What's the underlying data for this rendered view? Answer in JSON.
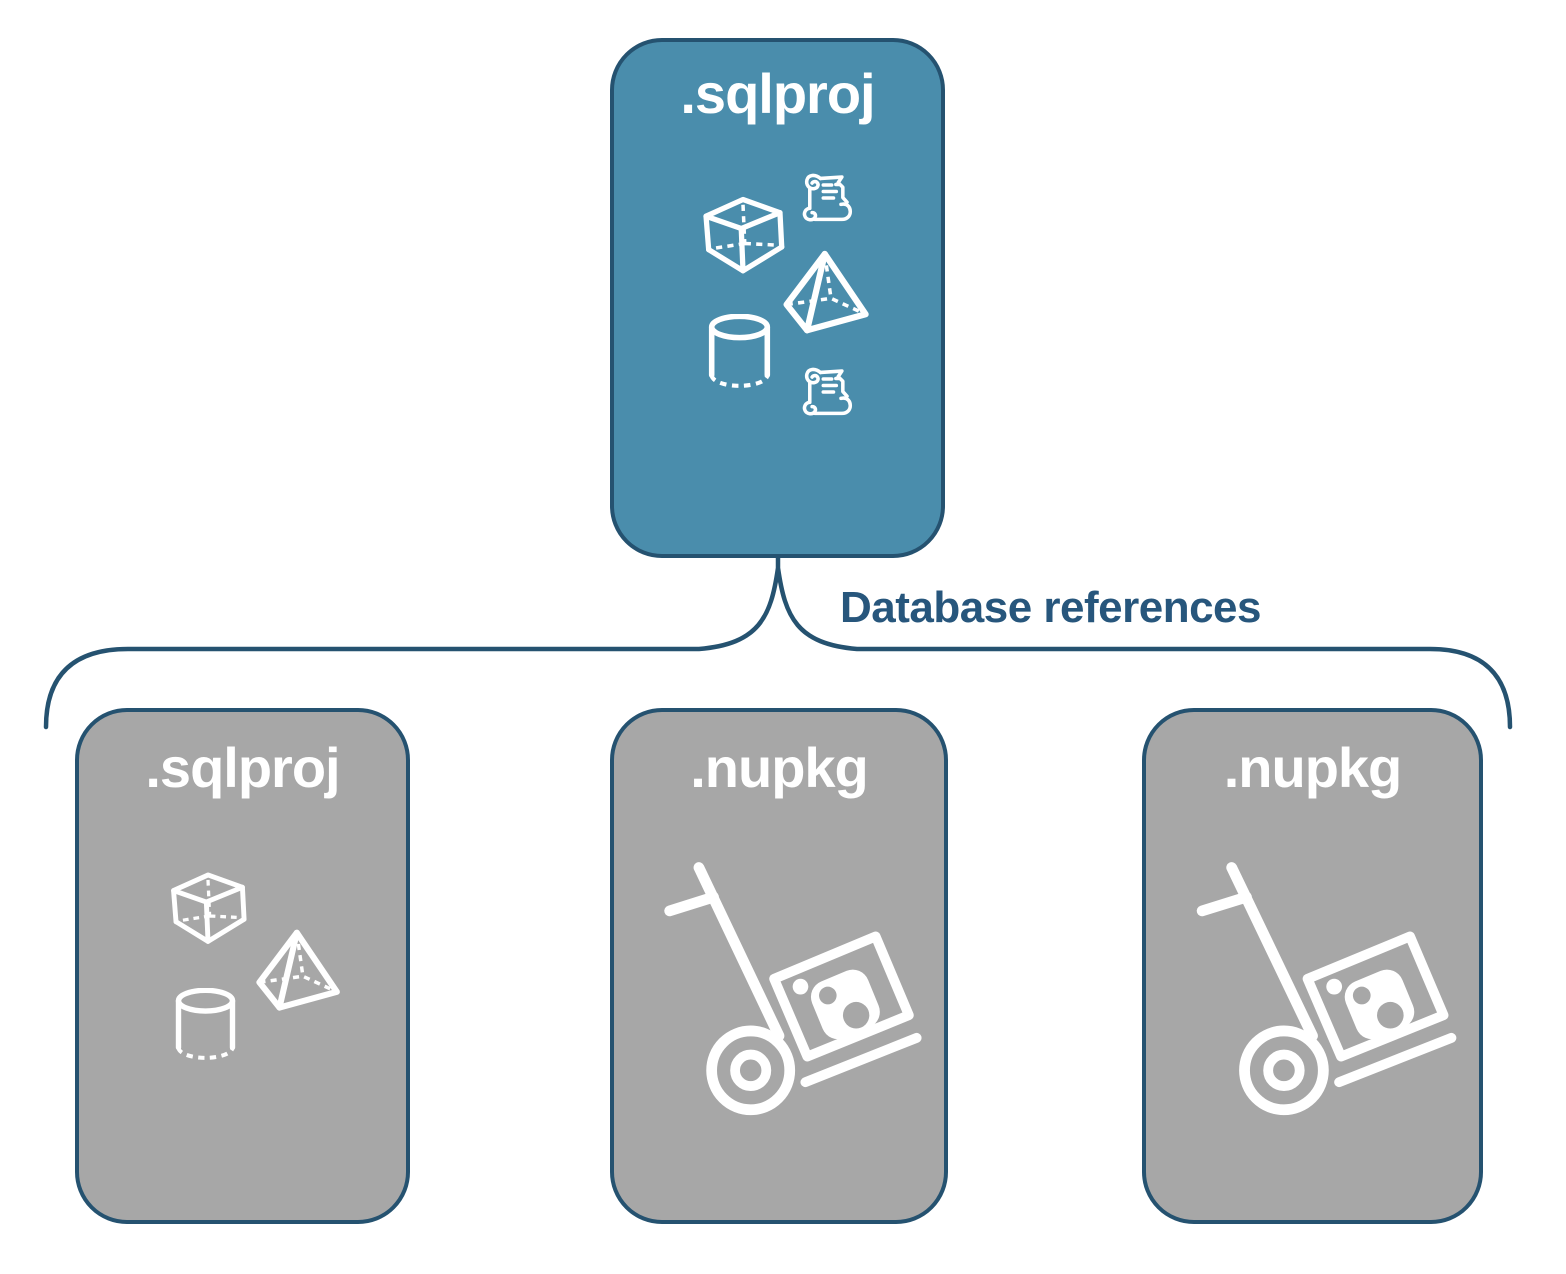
{
  "diagram": {
    "root": {
      "label": ".sqlproj",
      "type": "sql-project",
      "icons": [
        "scroll",
        "cube",
        "pyramid",
        "cylinder",
        "scroll"
      ]
    },
    "connector": {
      "label": "Database references"
    },
    "children": [
      {
        "label": ".sqlproj",
        "type": "sql-project",
        "icons": [
          "cube",
          "pyramid",
          "cylinder"
        ]
      },
      {
        "label": ".nupkg",
        "type": "nuget-package",
        "icons": [
          "package-dolly"
        ]
      },
      {
        "label": ".nupkg",
        "type": "nuget-package",
        "icons": [
          "package-dolly"
        ]
      }
    ],
    "colors": {
      "background": "#FFFFFF",
      "primary_fill": "#4A8DAC",
      "secondary_fill": "#A7A7A7",
      "outline": "#255270",
      "connector_line": "#255270",
      "connector_text": "#27567C",
      "icon_color": "#FFFFFF",
      "label_color": "#FFFFFF"
    }
  }
}
